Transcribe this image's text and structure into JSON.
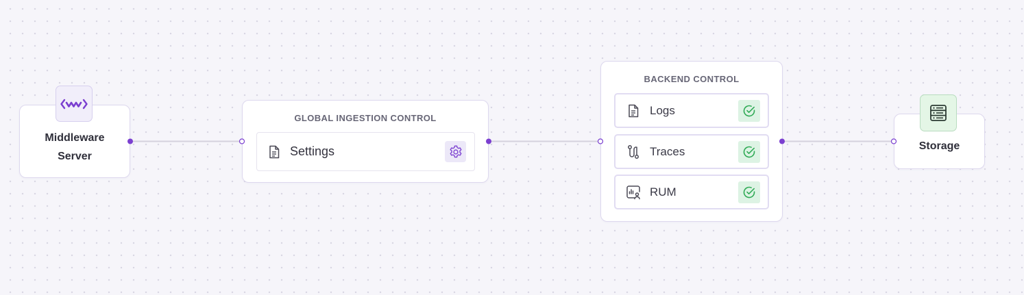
{
  "theme": {
    "accent": "#7b3fd0",
    "edge": "#d4d1dd",
    "success": "#2faa55",
    "success_bg": "#ddf3e4"
  },
  "source": {
    "logo_icon": "middleware-logo-icon",
    "label_line1": "Middleware",
    "label_line2": "Server"
  },
  "global_ingestion": {
    "title": "GLOBAL INGESTION CONTROL",
    "settings": {
      "icon": "document-icon",
      "label": "Settings",
      "action_icon": "gear-icon"
    }
  },
  "backend": {
    "title": "BACKEND CONTROL",
    "items": [
      {
        "label": "Logs",
        "icon": "document-icon",
        "status_icon": "check-circle-icon"
      },
      {
        "label": "Traces",
        "icon": "route-icon",
        "status_icon": "check-circle-icon"
      },
      {
        "label": "RUM",
        "icon": "rum-monitor-icon",
        "status_icon": "check-circle-icon"
      }
    ]
  },
  "storage": {
    "icon": "server-storage-icon",
    "label": "Storage"
  }
}
